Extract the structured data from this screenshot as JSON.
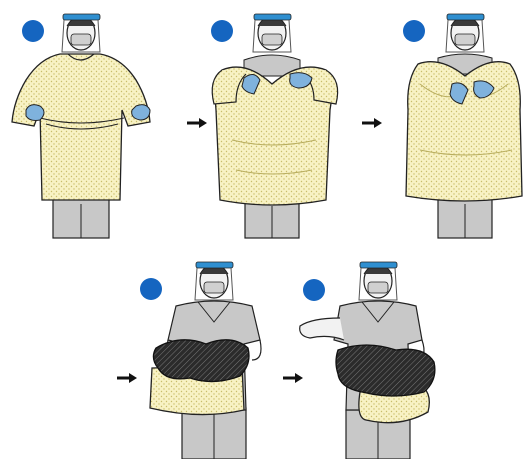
{
  "figure": {
    "colors": {
      "gown": "#f8f2c4",
      "gown_stitch": "#c9bd6a",
      "glove": "#7fb2dd",
      "face_shield_band": "#2f8fd0",
      "scrubs": "#c8c8c8",
      "outline": "#222222",
      "step_dot": "#1565c0",
      "gown_outside": "#2b2b2b"
    },
    "panels": [
      {
        "step_icon": "blue-dot",
        "pose": "break-ties"
      },
      {
        "step_icon": "blue-dot",
        "pose": "pull-gown-off-shoulders"
      },
      {
        "step_icon": "blue-dot",
        "pose": "remove-gloves-inside-gown"
      },
      {
        "step_icon": "blue-dot",
        "pose": "fold-outside-inward"
      },
      {
        "step_icon": "blue-dot",
        "pose": "roll-and-discard"
      }
    ],
    "arrows": [
      "arrow-right",
      "arrow-right",
      "arrow-right",
      "arrow-right"
    ]
  }
}
